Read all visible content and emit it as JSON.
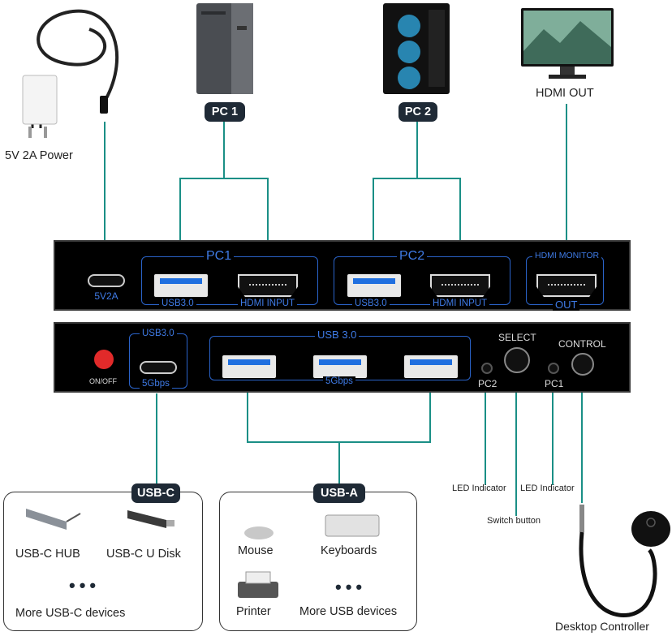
{
  "power": {
    "label": "5V 2A Power"
  },
  "pc1": {
    "tag": "PC 1"
  },
  "pc2": {
    "tag": "PC 2"
  },
  "monitor": {
    "label": "HDMI OUT"
  },
  "front_panel": {
    "power_port": "5V2A",
    "group1": {
      "title": "PC1",
      "usb": "USB3.0",
      "hdmi": "HDMI INPUT"
    },
    "group2": {
      "title": "PC2",
      "usb": "USB3.0",
      "hdmi": "HDMI INPUT"
    },
    "monitor_group": {
      "title": "HDMI MONITOR",
      "out": "OUT"
    }
  },
  "back_panel": {
    "onoff": "ON/OFF",
    "usbc_top": "USB3.0",
    "usbc_bottom": "5Gbps",
    "usb_title": "USB 3.0",
    "usb_speed": "5Gbps",
    "select": "SELECT",
    "pc2": "PC2",
    "pc1": "PC1",
    "control": "CONTROL"
  },
  "callouts": {
    "led1": "LED Indicator",
    "led2": "LED Indicator",
    "switch": "Switch button",
    "controller": "Desktop Controller"
  },
  "usbc_card": {
    "tag": "USB-C",
    "item1": "USB-C HUB",
    "item2": "USB-C U Disk",
    "more": "More USB-C devices"
  },
  "usba_card": {
    "tag": "USB-A",
    "item1": "Mouse",
    "item2": "Keyboards",
    "item3": "Printer",
    "more": "More USB devices"
  },
  "colors": {
    "line": "#1a8f86",
    "panel": "#000000",
    "accent": "#3f7be6",
    "tag_bg": "#1f2a36"
  }
}
